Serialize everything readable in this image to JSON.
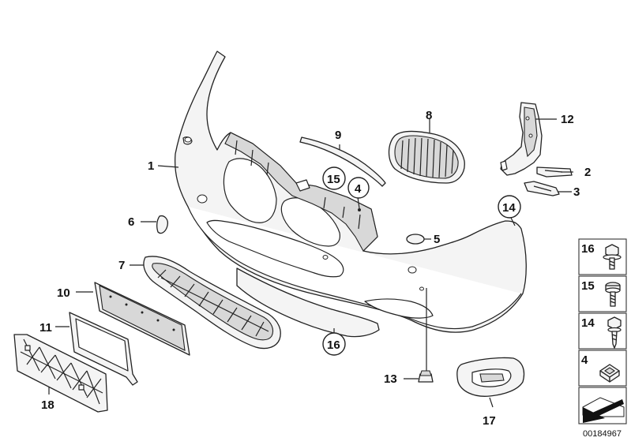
{
  "callouts": {
    "c1": "1",
    "c2": "2",
    "c3": "3",
    "c4": "4",
    "c5": "5",
    "c6": "6",
    "c7": "7",
    "c8": "8",
    "c9": "9",
    "c10": "10",
    "c11": "11",
    "c12": "12",
    "c13": "13",
    "c14": "14",
    "c15": "15",
    "c16": "16",
    "c17": "17",
    "c18": "18"
  },
  "legend": {
    "l16": "16",
    "l15": "15",
    "l14": "14",
    "l4": "4"
  },
  "diagram_id": "00184967"
}
